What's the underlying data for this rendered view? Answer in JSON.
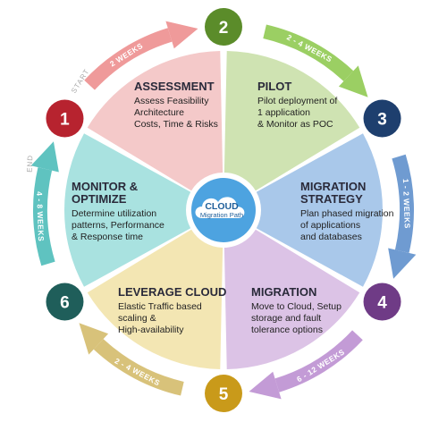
{
  "hub": {
    "title": "CLOUD",
    "subtitle": "Migration Path"
  },
  "start_label": "START",
  "end_label": "END",
  "segments": [
    {
      "title": "ASSESSMENT",
      "lines": [
        "Assess Feasibility",
        "Architecture",
        "Costs, Time & Risks"
      ],
      "color": "#f4c9c9"
    },
    {
      "title": "PILOT",
      "lines": [
        "Pilot deployment of",
        "1 application",
        "& Monitor as POC"
      ],
      "color": "#cfe3b2"
    },
    {
      "title_lines": [
        "MIGRATION",
        "STRATEGY"
      ],
      "lines": [
        "Plan phased migration",
        "of applications",
        "and databases"
      ],
      "color": "#a9c8ea"
    },
    {
      "title": "MIGRATION",
      "lines": [
        "Move to Cloud, Setup",
        "storage and fault",
        "tolerance options"
      ],
      "color": "#dcc3e6"
    },
    {
      "title": "LEVERAGE CLOUD",
      "lines": [
        "Elastic Traffic based",
        "scaling &",
        "High-availability"
      ],
      "color": "#f3e6b3"
    },
    {
      "title_lines": [
        "MONITOR &",
        "OPTIMIZE"
      ],
      "lines": [
        "Determine utilization",
        "patterns, Performance",
        "& Response time"
      ],
      "color": "#a9e2e0"
    }
  ],
  "nodes": [
    {
      "label": "1",
      "color": "#b7232f"
    },
    {
      "label": "2",
      "color": "#5b8c2a"
    },
    {
      "label": "3",
      "color": "#1e3f6e"
    },
    {
      "label": "4",
      "color": "#6f3b86"
    },
    {
      "label": "5",
      "color": "#c99a1a"
    },
    {
      "label": "6",
      "color": "#1f5e5a"
    }
  ],
  "arcs": [
    {
      "label": "2 WEEKS",
      "color": "#ef9a9a"
    },
    {
      "label": "2 - 4 WEEKS",
      "color": "#9bcf63"
    },
    {
      "label": "1 - 2 WEEKS",
      "color": "#6f9bd1"
    },
    {
      "label": "6 - 12 WEEKS",
      "color": "#c39bd6"
    },
    {
      "label": "2 - 4 WEEKS",
      "color": "#d8c27a"
    },
    {
      "label": "4 - 8 WEEKS",
      "color": "#5fc3c0"
    }
  ]
}
